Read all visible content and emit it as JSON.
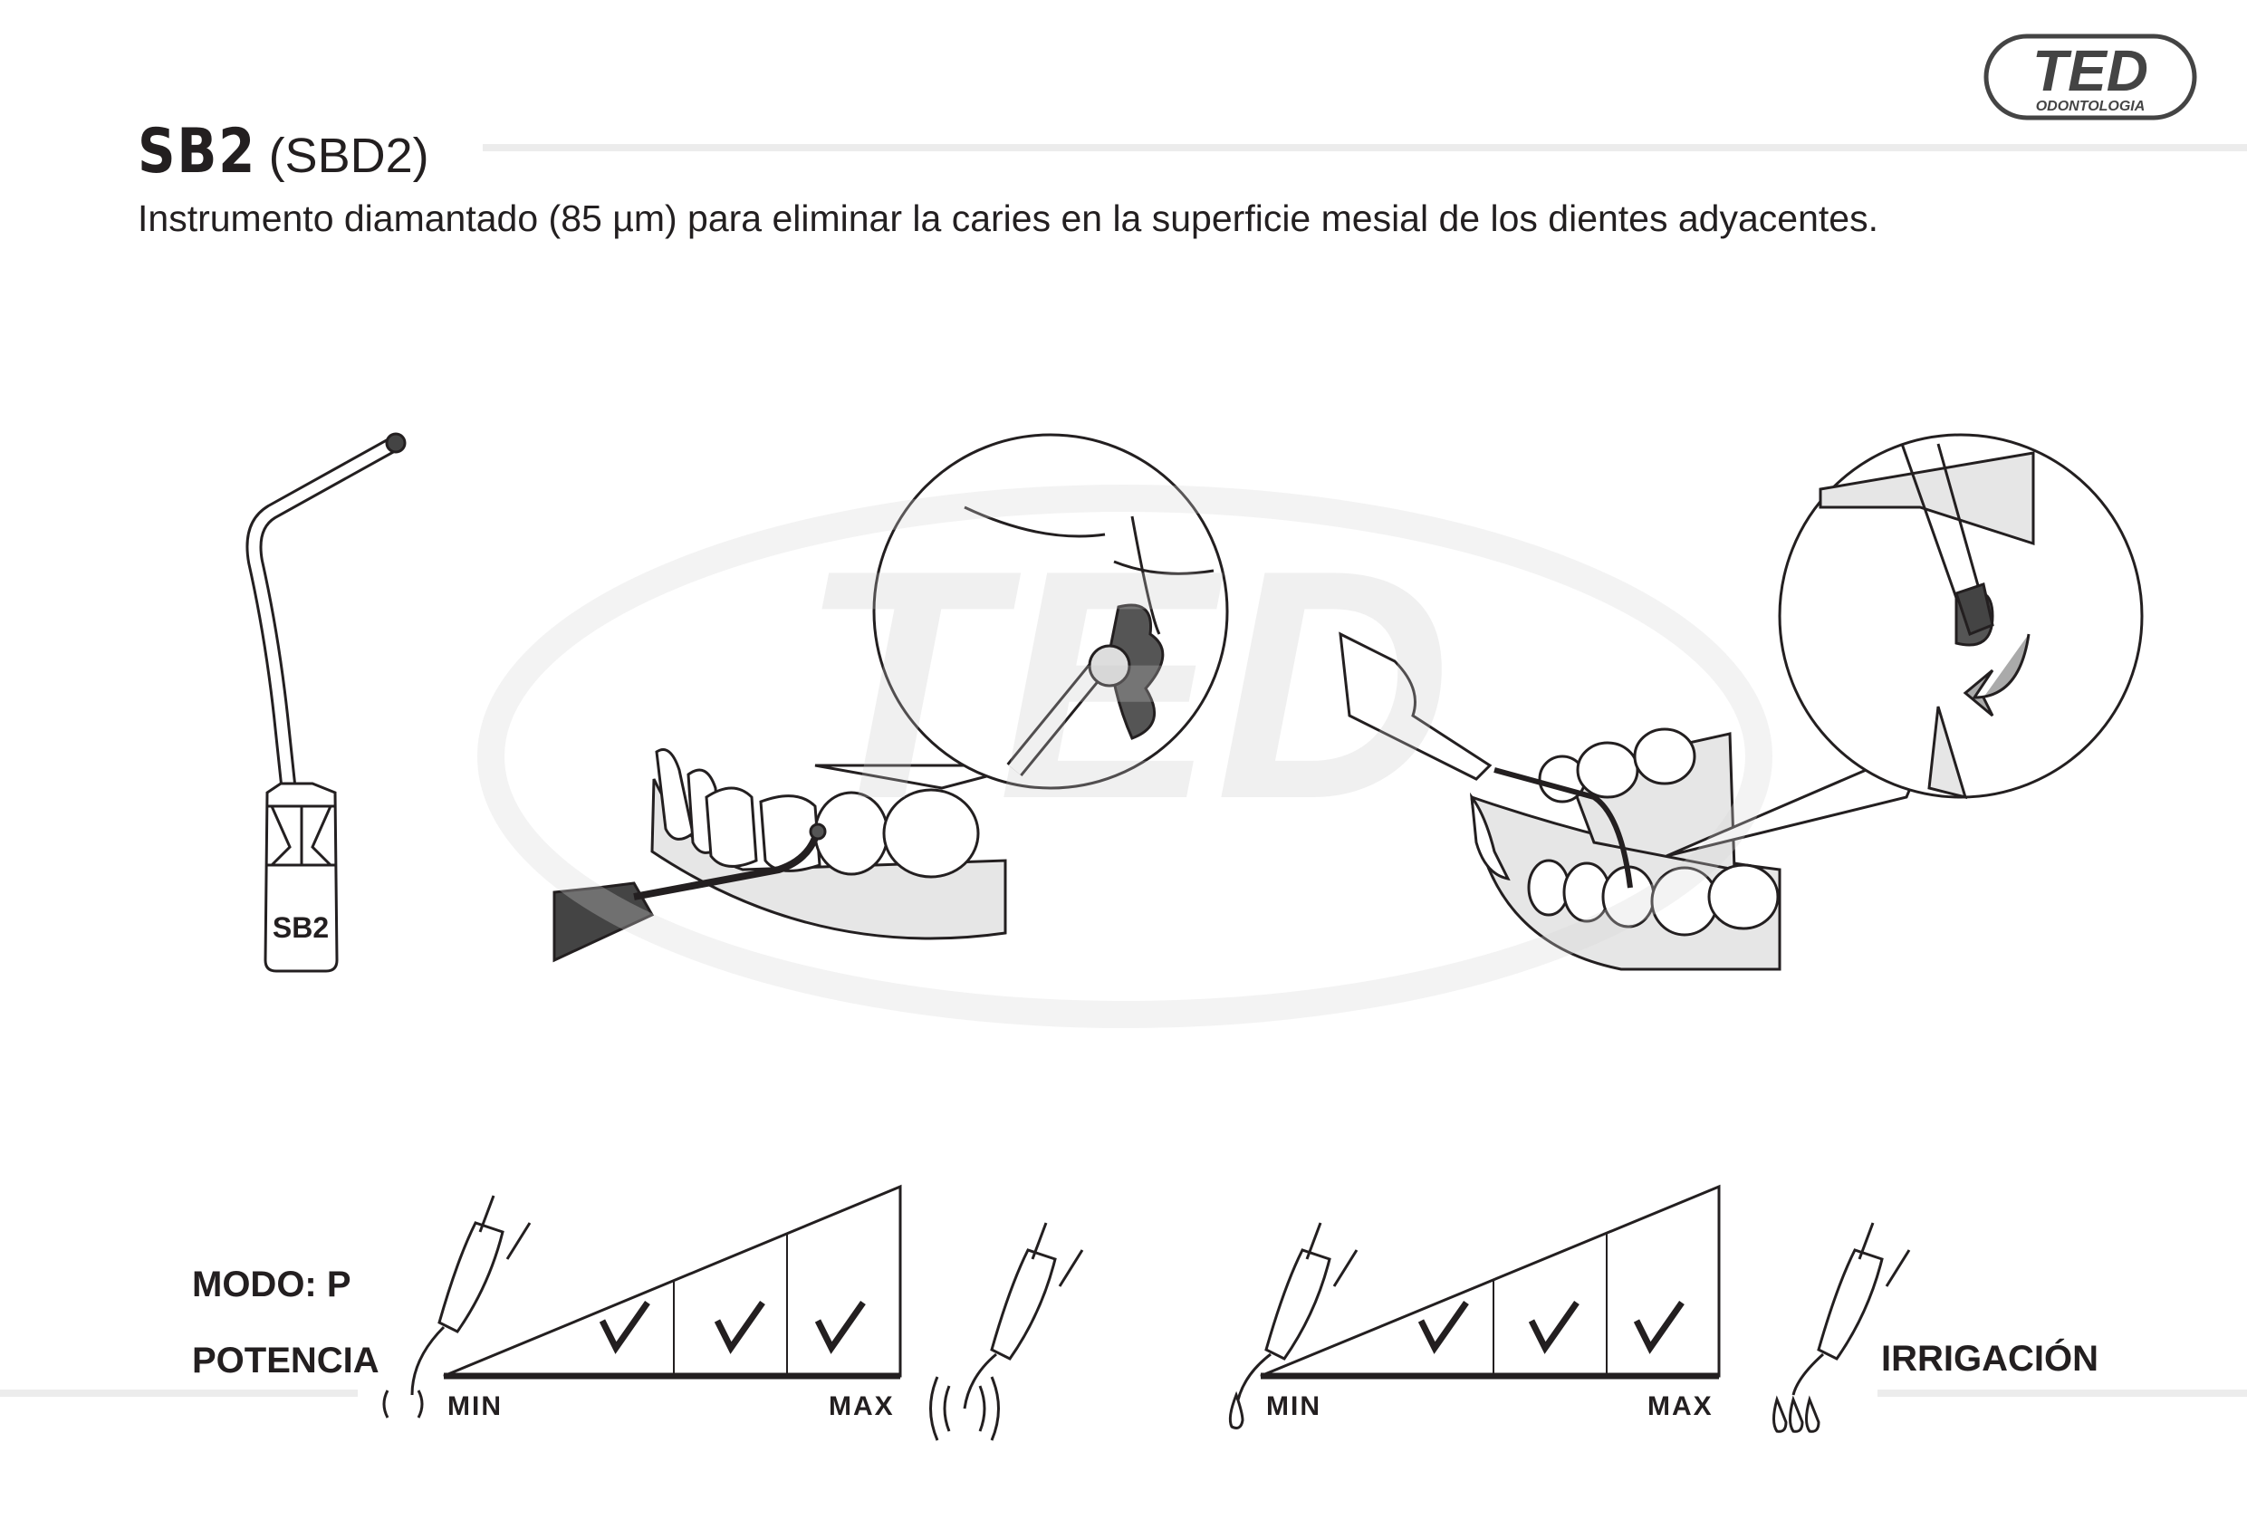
{
  "brand": {
    "logo_main": "TED",
    "logo_sub": "ODONTOLOGIA"
  },
  "header": {
    "code": "SB2",
    "alt_code": "(SBD2)",
    "description": "Instrumento diamantado (85 µm) para eliminar la caries en la superficie mesial de los dientes adyacentes."
  },
  "tip": {
    "engraving": "SB2"
  },
  "settings": {
    "mode_label": "MODO: P",
    "power_label": "POTENCIA",
    "irrigation_label": "IRRIGACIÓN",
    "power": {
      "min_label": "MIN",
      "max_label": "MAX",
      "levels_checked": [
        false,
        true,
        true,
        true
      ]
    },
    "irrigation": {
      "min_label": "MIN",
      "max_label": "MAX",
      "levels_checked": [
        false,
        true,
        true,
        true
      ]
    }
  },
  "colors": {
    "text": "#231f20",
    "rule": "#ececec",
    "watermark": "#f4f4f4",
    "gum": "#e6e6e6",
    "caries": "#555555"
  }
}
